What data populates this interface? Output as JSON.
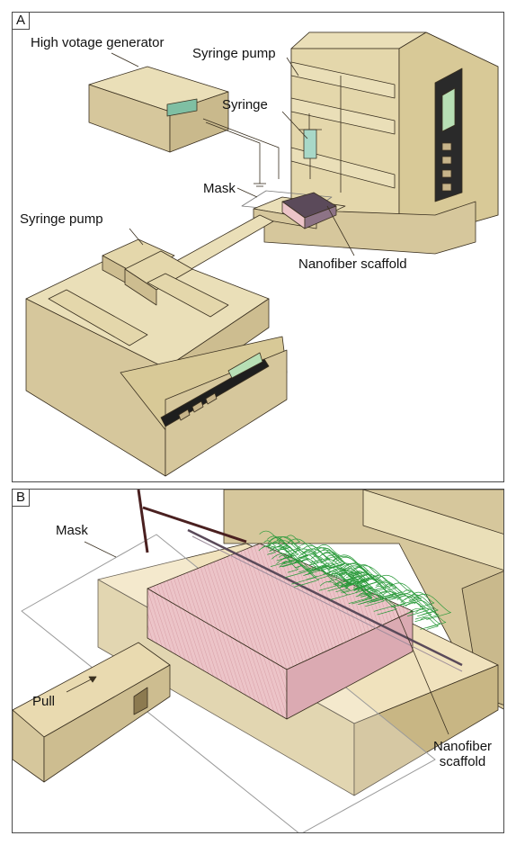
{
  "panel_a": {
    "letter": "A",
    "labels": {
      "hv_generator": "High votage generator",
      "syringe_pump_top": "Syringe pump",
      "syringe": "Syringe",
      "mask": "Mask",
      "syringe_pump_left": "Syringe pump",
      "nanofiber": "Nanofiber scaffold"
    }
  },
  "panel_b": {
    "letter": "B",
    "labels": {
      "mask": "Mask",
      "pull": "Pull",
      "nanofiber_line1": "Nanofiber",
      "nanofiber_line2": "scaffold"
    }
  },
  "colors": {
    "device_top": "#eadfb8",
    "device_side": "#d6c79c",
    "device_dark": "#c2b183",
    "scaffold_pink": "#ecc4c8",
    "fibers": "#2a9a3a",
    "outline": "#3a3020"
  }
}
